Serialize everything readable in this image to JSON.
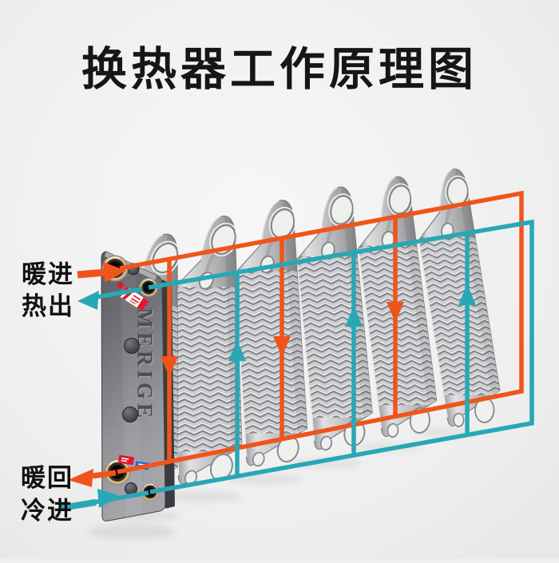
{
  "title": {
    "text": "换热器工作原理图"
  },
  "brand": {
    "text": "MERIGE"
  },
  "labels": {
    "warm_in": "暖进",
    "hot_out": "热出",
    "warm_return": "暖回",
    "cold_in": "冷进"
  },
  "plates": {
    "count": 6
  },
  "flows": {
    "hot": {
      "inlet": "top-left",
      "outlet": "bottom-left",
      "direction_in_channels": "down"
    },
    "cold": {
      "inlet": "bottom-left",
      "outlet": "top-left",
      "direction_in_channels": "up"
    }
  },
  "colors": {
    "hot": "#f0541c",
    "cold": "#28a7b6",
    "background": "#eeefee",
    "title": "#161616",
    "label": "#111111",
    "port_brass": "#d9b97c",
    "cover_dark": "#57585c",
    "plate_light": "#d8d9da"
  }
}
